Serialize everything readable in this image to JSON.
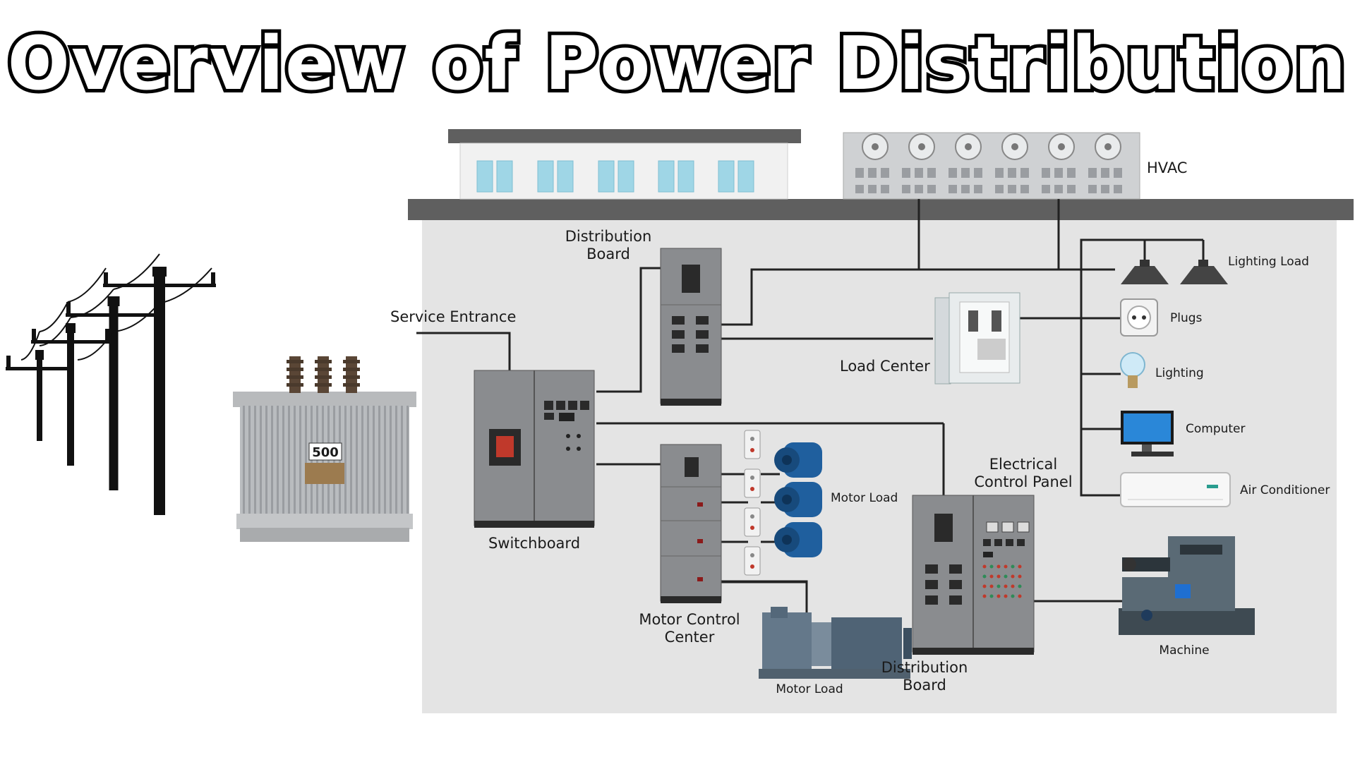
{
  "title": "Overview of Power Distribution",
  "labels": {
    "hvac": "HVAC",
    "distribution_board_top": [
      "Distribution",
      "Board"
    ],
    "service_entrance": "Service Entrance",
    "load_center": "Load Center",
    "switchboard": "Switchboard",
    "motor_control_center": [
      "Motor Control",
      "Center"
    ],
    "electrical_control_panel": [
      "Electrical",
      "Control Panel"
    ],
    "distribution_board_bottom": [
      "Distribution",
      "Board"
    ],
    "motor_load_mcc": "Motor Load",
    "motor_load_pump": "Motor Load",
    "lighting_load": "Lighting Load",
    "plugs": "Plugs",
    "lighting": "Lighting",
    "computer": "Computer",
    "air_conditioner": "Air Conditioner",
    "machine": "Machine"
  },
  "transformer_rating": "500",
  "colors": {
    "building_bg": "#e4e4e4",
    "roof": "#5f5f5f",
    "panel": "#8a8c8f",
    "panel_dark": "#2a2a2a",
    "motor_blue": "#1f5f9e",
    "window_blue": "#9fd6e6",
    "machine": "#5a6a75"
  },
  "icons": [
    "utility-pole-icon",
    "transformer-icon",
    "hvac-unit-icon",
    "pendant-lamp-icon",
    "power-socket-icon",
    "light-bulb-icon",
    "computer-monitor-icon",
    "air-conditioner-icon",
    "electric-motor-icon",
    "pump-icon",
    "machine-icon"
  ]
}
